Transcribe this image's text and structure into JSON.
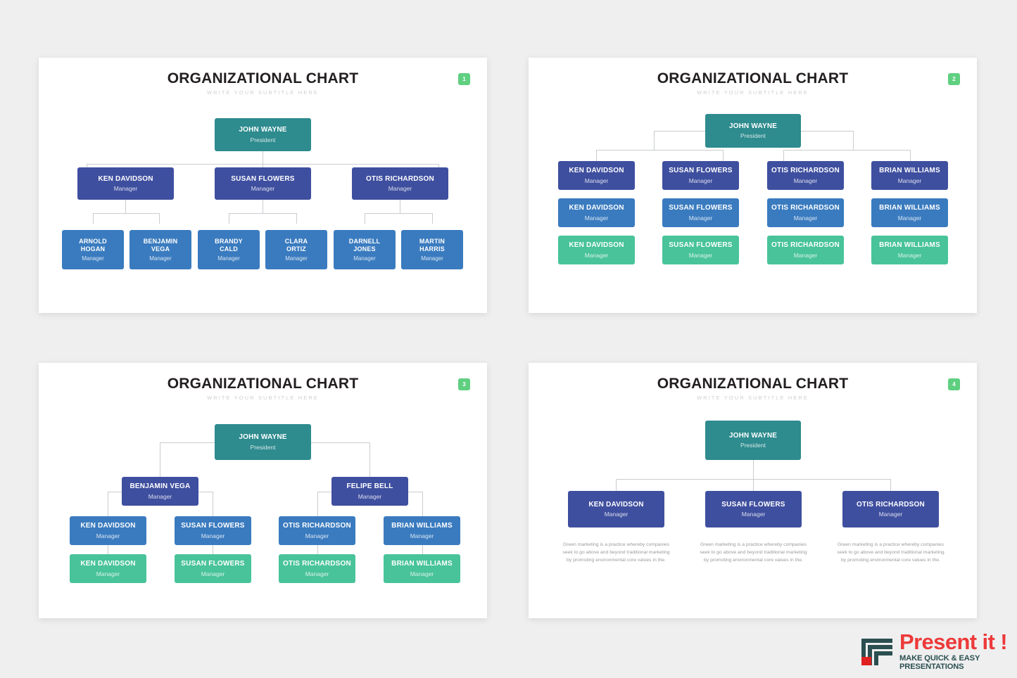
{
  "page": {
    "background_color": "#efefef",
    "palette": {
      "teal": "#2e8b8e",
      "indigo": "#3f4f9f",
      "blue": "#3a7bbf",
      "green": "#48c39a",
      "badge_green": "#5fcf80",
      "connector": "#c9cccf",
      "title": "#231f20",
      "subtitle": "#cfcfd2",
      "body_text": "#9b9b9b",
      "logo_red": "#ed3a3a",
      "logo_teal": "#2b4f51"
    }
  },
  "common": {
    "title": "ORGANIZATIONAL CHART",
    "subtitle": "WRITE YOUR SUBTITLE HERE",
    "role_manager": "Manager",
    "role_president": "President",
    "description": "Green marketing is a practice whereby companies seek to go above and beyond traditional marketing by promoting environmental core values in the."
  },
  "slides": [
    {
      "badge": "1",
      "title": "ORGANIZATIONAL CHART",
      "subtitle": "WRITE YOUR SUBTITLE HERE",
      "root": {
        "name": "JOHN WAYNE",
        "role": "President",
        "color": "teal"
      },
      "level2": [
        {
          "name": "KEN DAVIDSON",
          "role": "Manager",
          "color": "indigo"
        },
        {
          "name": "SUSAN FLOWERS",
          "role": "Manager",
          "color": "indigo"
        },
        {
          "name": "OTIS RICHARDSON",
          "role": "Manager",
          "color": "indigo"
        }
      ],
      "level3": [
        {
          "name": "ARNOLD HOGAN",
          "line1": "ARNOLD",
          "line2": "HOGAN",
          "role": "Manager",
          "color": "blue"
        },
        {
          "name": "BENJAMIN VEGA",
          "line1": "BENJAMIN",
          "line2": "VEGA",
          "role": "Manager",
          "color": "blue"
        },
        {
          "name": "BRANDY CALD",
          "line1": "BRANDY",
          "line2": "CALD",
          "role": "Manager",
          "color": "blue"
        },
        {
          "name": "CLARA ORTIZ",
          "line1": "CLARA",
          "line2": "ORTIZ",
          "role": "Manager",
          "color": "blue"
        },
        {
          "name": "DARNELL JONES",
          "line1": "DARNELL",
          "line2": "JONES",
          "role": "Manager",
          "color": "blue"
        },
        {
          "name": "MARTIN HARRIS",
          "line1": "MARTIN",
          "line2": "HARRIS",
          "role": "Manager",
          "color": "blue"
        }
      ]
    },
    {
      "badge": "2",
      "title": "ORGANIZATIONAL CHART",
      "subtitle": "WRITE YOUR SUBTITLE HERE",
      "root": {
        "name": "JOHN WAYNE",
        "role": "President",
        "color": "teal"
      },
      "columns": [
        "KEN DAVIDSON",
        "SUSAN FLOWERS",
        "OTIS RICHARDSON",
        "BRIAN WILLIAMS"
      ],
      "rows": [
        {
          "color": "indigo",
          "role": "Manager",
          "names": [
            "KEN DAVIDSON",
            "SUSAN FLOWERS",
            "OTIS RICHARDSON",
            "BRIAN WILLIAMS"
          ]
        },
        {
          "color": "blue",
          "role": "Manager",
          "names": [
            "KEN DAVIDSON",
            "SUSAN FLOWERS",
            "OTIS RICHARDSON",
            "BRIAN WILLIAMS"
          ]
        },
        {
          "color": "green",
          "role": "Manager",
          "names": [
            "KEN DAVIDSON",
            "SUSAN FLOWERS",
            "OTIS RICHARDSON",
            "BRIAN WILLIAMS"
          ]
        }
      ]
    },
    {
      "badge": "3",
      "title": "ORGANIZATIONAL CHART",
      "subtitle": "WRITE YOUR SUBTITLE HERE",
      "root": {
        "name": "JOHN WAYNE",
        "role": "President",
        "color": "teal"
      },
      "level2": [
        {
          "name": "BENJAMIN VEGA",
          "role": "Manager",
          "color": "indigo"
        },
        {
          "name": "FELIPE BELL",
          "role": "Manager",
          "color": "indigo"
        }
      ],
      "level3": [
        {
          "name": "KEN DAVIDSON",
          "role": "Manager",
          "color": "blue"
        },
        {
          "name": "SUSAN FLOWERS",
          "role": "Manager",
          "color": "blue"
        },
        {
          "name": "OTIS RICHARDSON",
          "role": "Manager",
          "color": "blue"
        },
        {
          "name": "BRIAN WILLIAMS",
          "role": "Manager",
          "color": "blue"
        }
      ],
      "level4": [
        {
          "name": "KEN DAVIDSON",
          "role": "Manager",
          "color": "green"
        },
        {
          "name": "SUSAN FLOWERS",
          "role": "Manager",
          "color": "green"
        },
        {
          "name": "OTIS RICHARDSON",
          "role": "Manager",
          "color": "green"
        },
        {
          "name": "BRIAN WILLIAMS",
          "role": "Manager",
          "color": "green"
        }
      ]
    },
    {
      "badge": "4",
      "title": "ORGANIZATIONAL CHART",
      "subtitle": "WRITE YOUR SUBTITLE HERE",
      "root": {
        "name": "JOHN WAYNE",
        "role": "President",
        "color": "teal"
      },
      "level2": [
        {
          "name": "KEN DAVIDSON",
          "role": "Manager",
          "color": "indigo",
          "description": "Green marketing is a practice whereby companies seek to go above and beyond traditional marketing by promoting environmental core values in the."
        },
        {
          "name": "SUSAN FLOWERS",
          "role": "Manager",
          "color": "indigo",
          "description": "Green marketing is a practice whereby companies seek to go above and beyond traditional marketing by promoting environmental core values in the."
        },
        {
          "name": "OTIS RICHARDSON",
          "role": "Manager",
          "color": "indigo",
          "description": "Green marketing is a practice whereby companies seek to go above and beyond traditional marketing by promoting environmental core values in the."
        }
      ]
    }
  ],
  "logo": {
    "word": "Present it !",
    "tagline": "MAKE QUICK & EASY PRESENTATIONS",
    "mark_icon": "nested-bars-icon"
  }
}
